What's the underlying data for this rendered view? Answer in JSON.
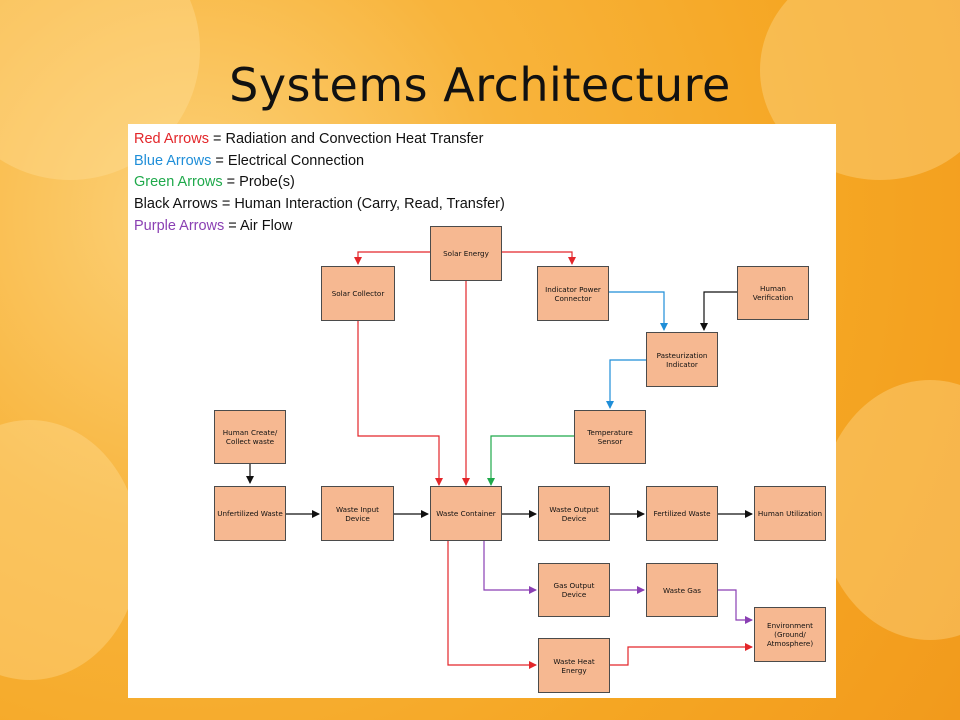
{
  "slide": {
    "title": "Systems Architecture"
  },
  "legend": [
    {
      "colored": "Red Arrows",
      "rest": " = Radiation and Convection Heat Transfer",
      "color": "#e3262a"
    },
    {
      "colored": "Blue Arrows",
      "rest": " = Electrical Connection",
      "color": "#1f8ed8"
    },
    {
      "colored": "Green Arrows",
      "rest": " = Probe(s)",
      "color": "#1fa94b"
    },
    {
      "colored": "Black Arrows",
      "rest": " = Human Interaction (Carry, Read, Transfer)",
      "color": "#111111"
    },
    {
      "colored": "Purple Arrows",
      "rest": " = Air Flow",
      "color": "#8a3fb3"
    }
  ],
  "nodes": {
    "solar_energy": "Solar Energy",
    "solar_collector": "Solar Collector",
    "indicator_power_connector": "Indicator Power Connector",
    "human_verification": "Human Verification",
    "pasteurization_indicator": "Pasteurization Indicator",
    "temperature_sensor": "Temperature Sensor",
    "human_create_collect_waste": "Human Create/ Collect waste",
    "unfertilized_waste": "Unfertilized Waste",
    "waste_input_device": "Waste Input Device",
    "waste_container": "Waste Container",
    "waste_output_device": "Waste Output Device",
    "fertilized_waste": "Fertilized Waste",
    "human_utilization": "Human Utilization",
    "gas_output_device": "Gas Output Device",
    "waste_gas": "Waste Gas",
    "environment": "Environment (Ground/ Atmosphere)",
    "waste_heat_energy": "Waste Heat Energy"
  },
  "colors": {
    "red": "#e3262a",
    "blue": "#1f8ed8",
    "green": "#1fa94b",
    "black": "#111111",
    "purple": "#8a3fb3",
    "node_fill": "#f6b891"
  }
}
